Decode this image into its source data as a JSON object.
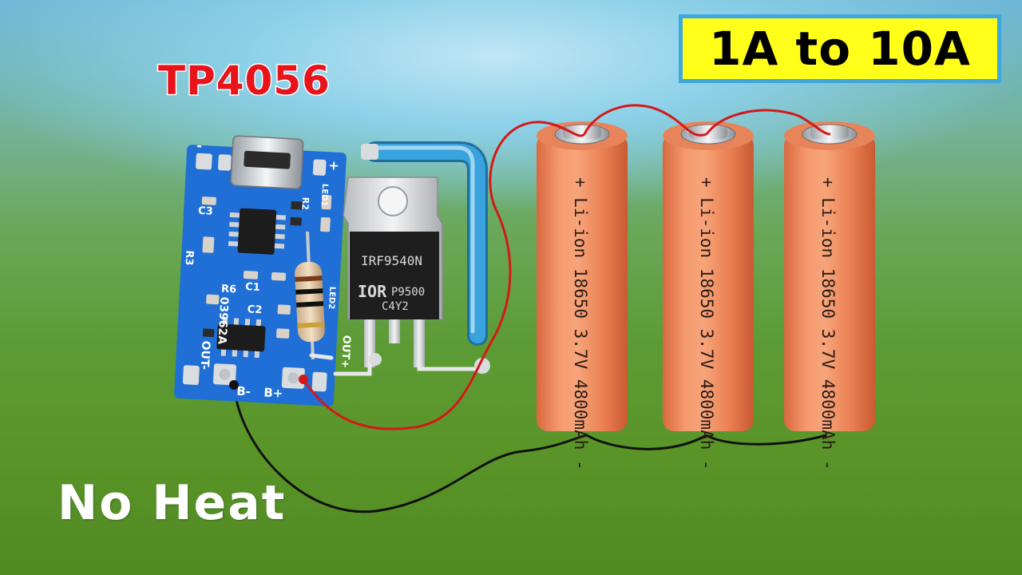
{
  "title_badge": "1A to 10A",
  "module_label": "TP4056",
  "caption": "No Heat",
  "pcb": {
    "silk": [
      "C3",
      "R3",
      "R6",
      "C1",
      "C2",
      "03962A",
      "OUT-",
      "OUT+",
      "B-",
      "B+",
      "LED1",
      "LED2",
      "R2",
      "+",
      "-"
    ]
  },
  "mosfet": {
    "line1": "IRF9540N",
    "logo": "IOR",
    "line2": "P9500",
    "line3": "C4Y2"
  },
  "battery_label": "+ Li-ion 18650 3.7V 4800mAh -",
  "colors": {
    "badge_bg": "#ffff1a",
    "badge_border": "#3ea7e0",
    "module_label": "#e8141c",
    "pcb": "#1f6fd6",
    "battery": "#f08a5d",
    "wire_red": "#d41818",
    "wire_black": "#111111",
    "wire_blue": "#2e8fd0"
  }
}
